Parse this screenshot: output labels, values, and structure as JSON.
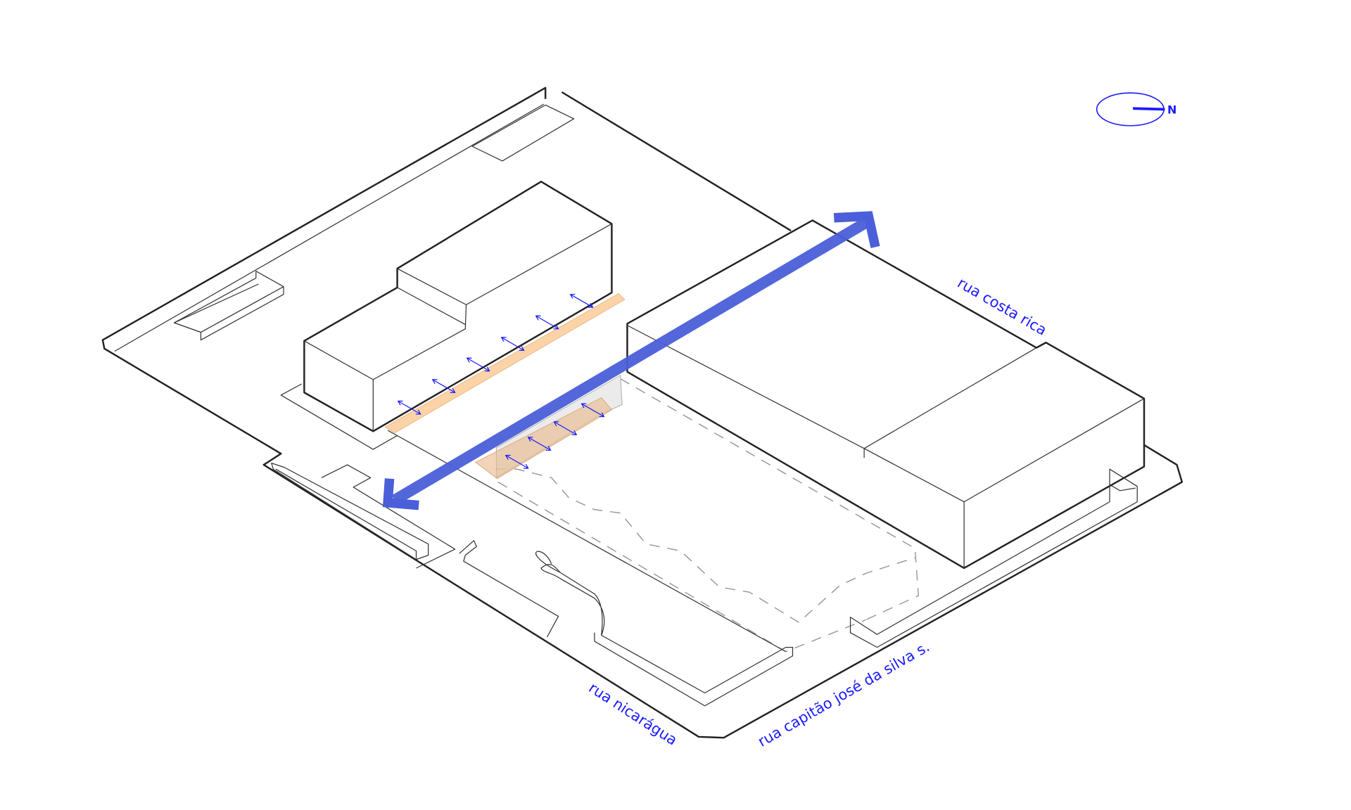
{
  "title": "Site massing diagram",
  "compass": {
    "label": "N"
  },
  "streets": {
    "east": "rua costa rica",
    "southwest": "rua nicarágua",
    "southeast": "rua capitão josé da silva s."
  },
  "colors": {
    "annotation": "#1a1aff",
    "flow_arrow": "#4a5fd9",
    "active_frontage": "#fcd3a6",
    "outline": "#222222"
  }
}
